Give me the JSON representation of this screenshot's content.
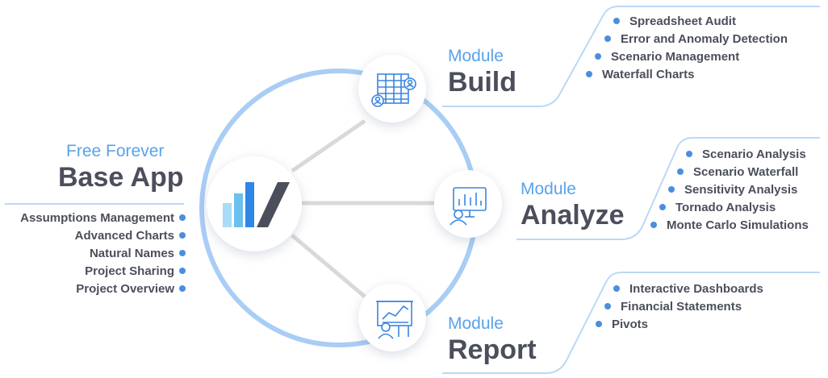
{
  "colors": {
    "accent": "#5aa2ea",
    "ring": "#a9cdf5",
    "connector": "#d8d8d8",
    "text": "#4b4f5c",
    "bullet": "#4a8ee0"
  },
  "base_app": {
    "kicker": "Free Forever",
    "title": "Base App",
    "icon": "logo-check-bars-icon",
    "features": [
      "Assumptions Management",
      "Advanced Charts",
      "Natural Names",
      "Project Sharing",
      "Project Overview"
    ]
  },
  "modules": {
    "build": {
      "kicker": "Module",
      "title": "Build",
      "icon": "spreadsheet-users-icon",
      "features": [
        "Spreadsheet Audit",
        "Error and Anomaly Detection",
        "Scenario Management",
        "Waterfall Charts"
      ]
    },
    "analyze": {
      "kicker": "Module",
      "title": "Analyze",
      "icon": "monitor-chart-user-icon",
      "features": [
        "Scenario Analysis",
        "Scenario Waterfall",
        "Sensitivity Analysis",
        "Tornado Analysis",
        "Monte Carlo Simulations"
      ]
    },
    "report": {
      "kicker": "Module",
      "title": "Report",
      "icon": "presenter-board-chart-icon",
      "features": [
        "Interactive Dashboards",
        "Financial Statements",
        "Pivots"
      ]
    }
  }
}
